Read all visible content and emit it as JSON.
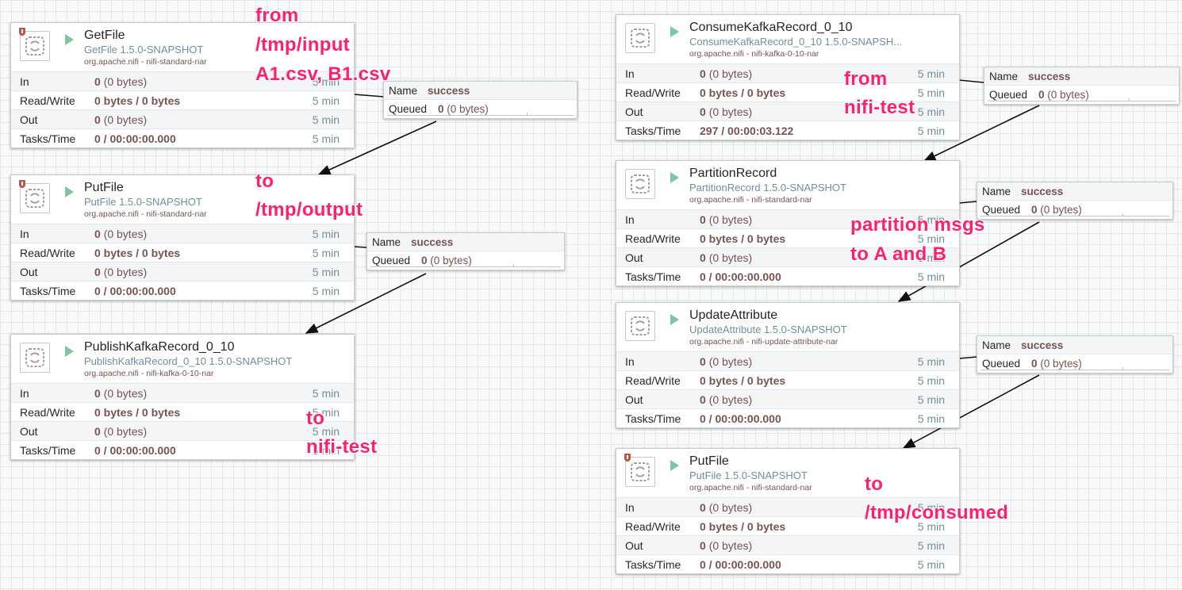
{
  "processors": {
    "getfile": {
      "name": "GetFile",
      "type": "GetFile 1.5.0-SNAPSHOT",
      "bundle": "org.apache.nifi - nifi-standard-nar",
      "in": {
        "label": "In",
        "count": "0",
        "detail": "(0 bytes)",
        "time": "5 min"
      },
      "rw": {
        "label": "Read/Write",
        "value": "0 bytes / 0 bytes",
        "time": "5 min"
      },
      "out": {
        "label": "Out",
        "count": "0",
        "detail": "(0 bytes)",
        "time": "5 min"
      },
      "tasks": {
        "label": "Tasks/Time",
        "value": "0 / 00:00:00.000",
        "time": "5 min"
      }
    },
    "putfile_left": {
      "name": "PutFile",
      "type": "PutFile 1.5.0-SNAPSHOT",
      "bundle": "org.apache.nifi - nifi-standard-nar",
      "in": {
        "label": "In",
        "count": "0",
        "detail": "(0 bytes)",
        "time": "5 min"
      },
      "rw": {
        "label": "Read/Write",
        "value": "0 bytes / 0 bytes",
        "time": "5 min"
      },
      "out": {
        "label": "Out",
        "count": "0",
        "detail": "(0 bytes)",
        "time": "5 min"
      },
      "tasks": {
        "label": "Tasks/Time",
        "value": "0 / 00:00:00.000",
        "time": "5 min"
      }
    },
    "publishkafka": {
      "name": "PublishKafkaRecord_0_10",
      "type": "PublishKafkaRecord_0_10 1.5.0-SNAPSHOT",
      "bundle": "org.apache.nifi - nifi-kafka-0-10-nar",
      "in": {
        "label": "In",
        "count": "0",
        "detail": "(0 bytes)",
        "time": "5 min"
      },
      "rw": {
        "label": "Read/Write",
        "value": "0 bytes / 0 bytes",
        "time": "5 min"
      },
      "out": {
        "label": "Out",
        "count": "0",
        "detail": "(0 bytes)",
        "time": "5 min"
      },
      "tasks": {
        "label": "Tasks/Time",
        "value": "0 / 00:00:00.000",
        "time": "5 min"
      }
    },
    "consumekafka": {
      "name": "ConsumeKafkaRecord_0_10",
      "type": "ConsumeKafkaRecord_0_10 1.5.0-SNAPSH...",
      "bundle": "org.apache.nifi - nifi-kafka-0-10-nar",
      "in": {
        "label": "In",
        "count": "0",
        "detail": "(0 bytes)",
        "time": "5 min"
      },
      "rw": {
        "label": "Read/Write",
        "value": "0 bytes / 0 bytes",
        "time": "5 min"
      },
      "out": {
        "label": "Out",
        "count": "0",
        "detail": "(0 bytes)",
        "time": "5 min"
      },
      "tasks": {
        "label": "Tasks/Time",
        "value": "297 / 00:00:03.122",
        "time": "5 min"
      }
    },
    "partition": {
      "name": "PartitionRecord",
      "type": "PartitionRecord 1.5.0-SNAPSHOT",
      "bundle": "org.apache.nifi - nifi-standard-nar",
      "in": {
        "label": "In",
        "count": "0",
        "detail": "(0 bytes)",
        "time": "5 min"
      },
      "rw": {
        "label": "Read/Write",
        "value": "0 bytes / 0 bytes",
        "time": "5 min"
      },
      "out": {
        "label": "Out",
        "count": "0",
        "detail": "(0 bytes)",
        "time": "5 min"
      },
      "tasks": {
        "label": "Tasks/Time",
        "value": "0 / 00:00:00.000",
        "time": "5 min"
      }
    },
    "update": {
      "name": "UpdateAttribute",
      "type": "UpdateAttribute 1.5.0-SNAPSHOT",
      "bundle": "org.apache.nifi - nifi-update-attribute-nar",
      "in": {
        "label": "In",
        "count": "0",
        "detail": "(0 bytes)",
        "time": "5 min"
      },
      "rw": {
        "label": "Read/Write",
        "value": "0 bytes / 0 bytes",
        "time": "5 min"
      },
      "out": {
        "label": "Out",
        "count": "0",
        "detail": "(0 bytes)",
        "time": "5 min"
      },
      "tasks": {
        "label": "Tasks/Time",
        "value": "0 / 00:00:00.000",
        "time": "5 min"
      }
    },
    "putfile_right": {
      "name": "PutFile",
      "type": "PutFile 1.5.0-SNAPSHOT",
      "bundle": "org.apache.nifi - nifi-standard-nar",
      "in": {
        "label": "In",
        "count": "0",
        "detail": "(0 bytes)",
        "time": "5 min"
      },
      "rw": {
        "label": "Read/Write",
        "value": "0 bytes / 0 bytes",
        "time": "5 min"
      },
      "out": {
        "label": "Out",
        "count": "0",
        "detail": "(0 bytes)",
        "time": "5 min"
      },
      "tasks": {
        "label": "Tasks/Time",
        "value": "0 / 00:00:00.000",
        "time": "5 min"
      }
    }
  },
  "connections": {
    "c1": {
      "name_label": "Name",
      "name": "success",
      "queued_label": "Queued",
      "count": "0",
      "detail": "(0 bytes)"
    },
    "c2": {
      "name_label": "Name",
      "name": "success",
      "queued_label": "Queued",
      "count": "0",
      "detail": "(0 bytes)"
    },
    "c3": {
      "name_label": "Name",
      "name": "success",
      "queued_label": "Queued",
      "count": "0",
      "detail": "(0 bytes)"
    },
    "c4": {
      "name_label": "Name",
      "name": "success",
      "queued_label": "Queued",
      "count": "0",
      "detail": "(0 bytes)"
    },
    "c5": {
      "name_label": "Name",
      "name": "success",
      "queued_label": "Queued",
      "count": "0",
      "detail": "(0 bytes)"
    }
  },
  "annotations": {
    "a1": "from",
    "a2": "/tmp/input",
    "a3": "A1.csv, B1.csv",
    "a4": "to",
    "a5": "/tmp/output",
    "a6": "to",
    "a7": "nifi-test",
    "a8": "from",
    "a9": "nifi-test",
    "a10": "partition msgs",
    "a11": "to A and B",
    "a12": "to",
    "a13": "/tmp/consumed"
  },
  "colors": {
    "annotation": "#ff1f6e",
    "run_state": "#7dc7a0",
    "restricted": "#ba554a",
    "value": "#775351",
    "type": "#728e9b"
  }
}
